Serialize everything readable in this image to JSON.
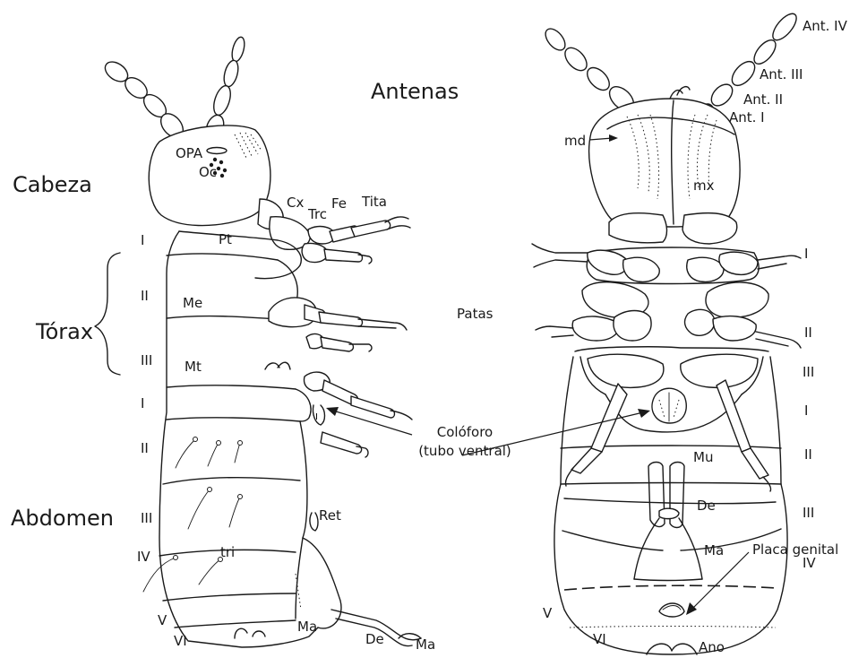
{
  "regions": {
    "head": "Cabeza",
    "thorax": "Tórax",
    "abdomen": "Abdomen",
    "antennae": "Antenas",
    "legs": "Patas"
  },
  "lateral": {
    "thorax_segments": [
      "I",
      "II",
      "III"
    ],
    "abdomen_segments": [
      "I",
      "II",
      "III",
      "IV",
      "V",
      "VI"
    ],
    "parts": {
      "opa": "OPA",
      "oc": "Oc",
      "cx": "Cx",
      "trc": "Trc",
      "fe": "Fe",
      "tita": "Tita",
      "pt": "Pt",
      "me": "Me",
      "mt": "Mt",
      "ret": "Ret",
      "tri": "tri",
      "ma": "Ma",
      "de": "De",
      "ma2": "Ma"
    }
  },
  "ventral": {
    "antenna_segments": [
      "Ant. IV",
      "Ant. III",
      "Ant. II",
      "Ant. I"
    ],
    "md": "md",
    "mx": "mx",
    "segments_right": [
      "I",
      "II",
      "III",
      "I",
      "II",
      "III",
      "IV"
    ],
    "segments_left": [
      "V",
      "VI"
    ],
    "mu": "Mu",
    "de": "De",
    "ma": "Ma",
    "ano": "Ano",
    "genital_plate": "Placa genital"
  },
  "collophore": {
    "line1": "Colóforo",
    "line2": "(tubo ventral)"
  },
  "colors": {
    "ink": "#1a1a1a",
    "background": "#ffffff"
  }
}
